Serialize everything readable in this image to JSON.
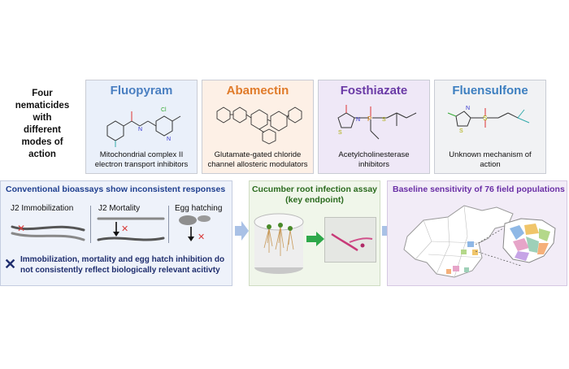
{
  "intro": {
    "text_lines": [
      "Four",
      "nematicides",
      "with",
      "different",
      "modes of",
      "action"
    ]
  },
  "compounds": [
    {
      "name": "Fluopyram",
      "color": "#4a7fc1",
      "bg": "#eaf0fa",
      "desc": [
        "Mitochondrial complex II",
        "electron transport inhibitors"
      ]
    },
    {
      "name": "Abamectin",
      "color": "#e07b2a",
      "bg": "#fdf0e6",
      "desc": [
        "Glutamate-gated chloride",
        "channel allosteric modulators"
      ]
    },
    {
      "name": "Fosthiazate",
      "color": "#6a3aa6",
      "bg": "#efe8f7",
      "desc": [
        "Acetylcholinesterase",
        "inhibitors"
      ]
    },
    {
      "name": "Fluensulfone",
      "color": "#3d7fc0",
      "bg": "#f1f2f4",
      "desc": [
        "Unknown mechanism of",
        "action"
      ]
    }
  ],
  "bioassay": {
    "title": "Conventional bioassays show inconsistent responses",
    "title_color": "#1f3f8f",
    "labels": [
      "J2 Immobilization",
      "J2 Mortality",
      "Egg hatching"
    ],
    "conclusion": [
      "Immobilization, mortality and egg hatch inhibition do",
      "not consistently reflect biologically relevant acitivty"
    ]
  },
  "cucumber": {
    "title_lines": [
      "Cucumber root infection assay",
      "(key endpoint)"
    ],
    "title_color": "#2b6b1f"
  },
  "baseline": {
    "title": "Baseline sensitivity of 76 field populations",
    "title_color": "#6a2fa6"
  },
  "colors": {
    "arrow_green": "#2ea84a",
    "cross_red": "#d83a3a",
    "arrow_blue": "#a9c1e6"
  }
}
